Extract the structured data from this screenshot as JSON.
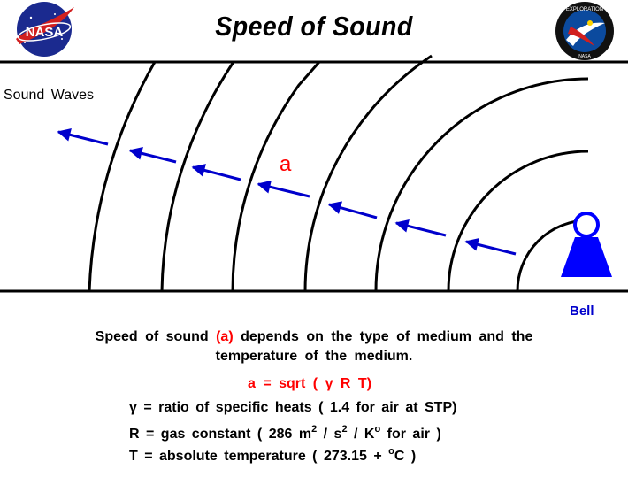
{
  "header": {
    "title": "Speed of Sound",
    "left_logo_text": "NASA",
    "right_logo_text_top": "EXPLORATION",
    "right_logo_text_bottom": "NASA"
  },
  "diagram": {
    "waves_label": "Sound Waves",
    "speed_symbol": "a",
    "source_label": "Bell"
  },
  "description": {
    "line1_before": "Speed of sound",
    "line1_symbol": "(a)",
    "line1_after": "depends on the type of medium and the",
    "line2": "temperature of the medium."
  },
  "equation": {
    "formula": "a = sqrt ( γ R T)",
    "gamma_def": "γ = ratio of specific heats ( 1.4 for air at STP)",
    "r_def_main": "R = gas constant ( 286 m",
    "r_def_exp1": "2",
    "r_def_mid": "/ s",
    "r_def_exp2": "2",
    "r_def_unit": "/ K",
    "r_def_exp3": "o",
    "r_def_tail": "for air )",
    "t_def_main": "T = absolute temperature ( 273.15 +",
    "t_def_exp": "o",
    "t_def_tail": "C )"
  },
  "colors": {
    "arrow": "#0000cc",
    "bell": "#0000ff",
    "symbol": "#ff0000"
  }
}
